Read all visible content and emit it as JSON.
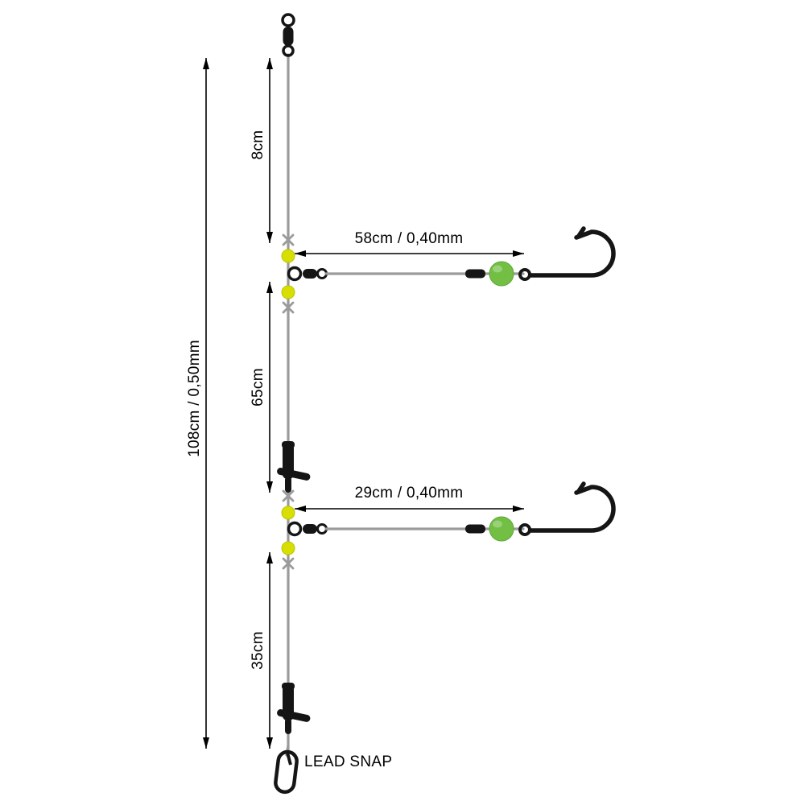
{
  "diagram": {
    "labels": {
      "total": "108cm / 0,50mm",
      "top_drop": "8cm",
      "mid_drop": "65cm",
      "bottom_drop": "35cm",
      "snood_top": "58cm / 0,40mm",
      "snood_bottom": "29cm / 0,40mm",
      "lead_snap": "LEAD SNAP"
    },
    "colors": {
      "background": "#ffffff",
      "line": "#9b9b9b",
      "hardware": "#151515",
      "dimension": "#000000",
      "text": "#000000",
      "bead_yellow": "#d8df00",
      "bead_green": "#72bf44"
    }
  }
}
